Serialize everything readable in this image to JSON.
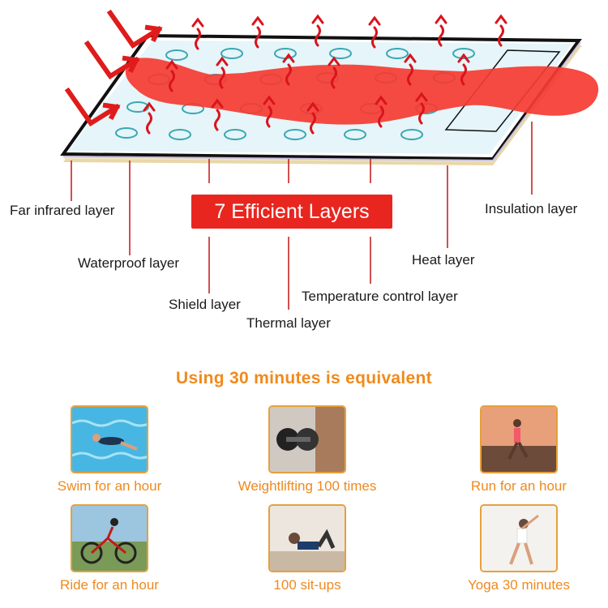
{
  "badge": "7 Efficient Layers",
  "layers": {
    "far_infrared": "Far infrared layer",
    "waterproof": "Waterproof layer",
    "shield": "Shield layer",
    "thermal": "Thermal layer",
    "temperature_control": "Temperature control layer",
    "heat": "Heat layer",
    "insulation": "Insulation layer"
  },
  "subtitle": "Using 30 minutes is equivalent",
  "activities": [
    {
      "label": "Swim for an hour",
      "icon": "swimmer-photo"
    },
    {
      "label": "Weightlifting 100 times",
      "icon": "dumbbell-photo"
    },
    {
      "label": "Run for an hour",
      "icon": "runner-photo"
    },
    {
      "label": "Ride for an hour",
      "icon": "cyclist-photo"
    },
    {
      "label": "100 sit-ups",
      "icon": "situp-photo"
    },
    {
      "label": "Yoga 30 minutes",
      "icon": "yoga-photo"
    }
  ],
  "colors": {
    "accent_red": "#e8261f",
    "accent_orange": "#f08a1c",
    "thumb_border": "#e6a03c"
  }
}
